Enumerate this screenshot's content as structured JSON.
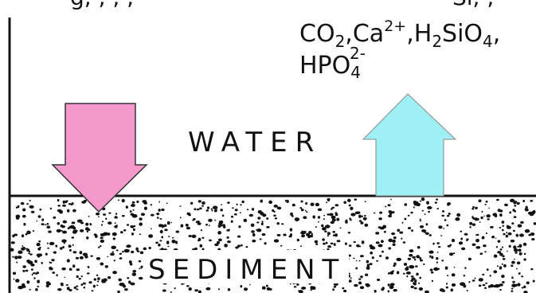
{
  "labels": {
    "top_cutoff": "g, , , ,",
    "top_cutoff_right": "Si, ,",
    "chem_line1": {
      "co2": "CO",
      "co2_sub": "2",
      "comma1": ",",
      "ca": "Ca",
      "ca_sup": "2+",
      "comma2": ",",
      "h": "H",
      "h_sub": "2",
      "sio": "SiO",
      "sio_sub": "4",
      "comma3": ","
    },
    "chem_line2": {
      "hpo": "HPO",
      "hpo_sub": "4",
      "hpo_sup": "2-"
    },
    "water": "WATER",
    "sediment": "SEDIMENT"
  },
  "colors": {
    "down_arrow": "#f598cc",
    "up_arrow": "#9ef0f4",
    "ink": "#111111",
    "background": "#ffffff"
  }
}
